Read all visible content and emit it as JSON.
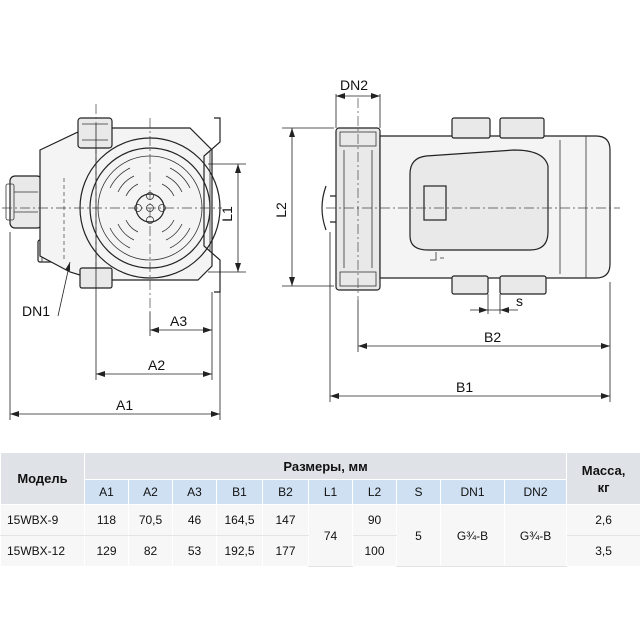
{
  "drawing": {
    "labels": {
      "dn2": "DN2",
      "dn1": "DN1",
      "l1": "L1",
      "l2": "L2",
      "s": "s",
      "a1": "A1",
      "a2": "A2",
      "a3": "A3",
      "b1": "B1",
      "b2": "B2"
    }
  },
  "table": {
    "model_header": "Модель",
    "dims_header": "Размеры, мм",
    "mass_header_line1": "Масса,",
    "mass_header_line2": "кг",
    "columns": [
      "A1",
      "A2",
      "A3",
      "B1",
      "B2",
      "L1",
      "L2",
      "S",
      "DN1",
      "DN2"
    ],
    "rows": [
      {
        "model": "15WBX-9",
        "a1": "118",
        "a2": "70,5",
        "a3": "46",
        "b1": "164,5",
        "b2": "147",
        "l2": "90",
        "mass": "2,6"
      },
      {
        "model": "15WBX-12",
        "a1": "129",
        "a2": "82",
        "a3": "53",
        "b1": "192,5",
        "b2": "177",
        "l2": "100",
        "mass": "3,5"
      }
    ],
    "shared": {
      "l1": "74",
      "s": "5",
      "dn1": "G¾-B",
      "dn2": "G¾-B"
    }
  }
}
